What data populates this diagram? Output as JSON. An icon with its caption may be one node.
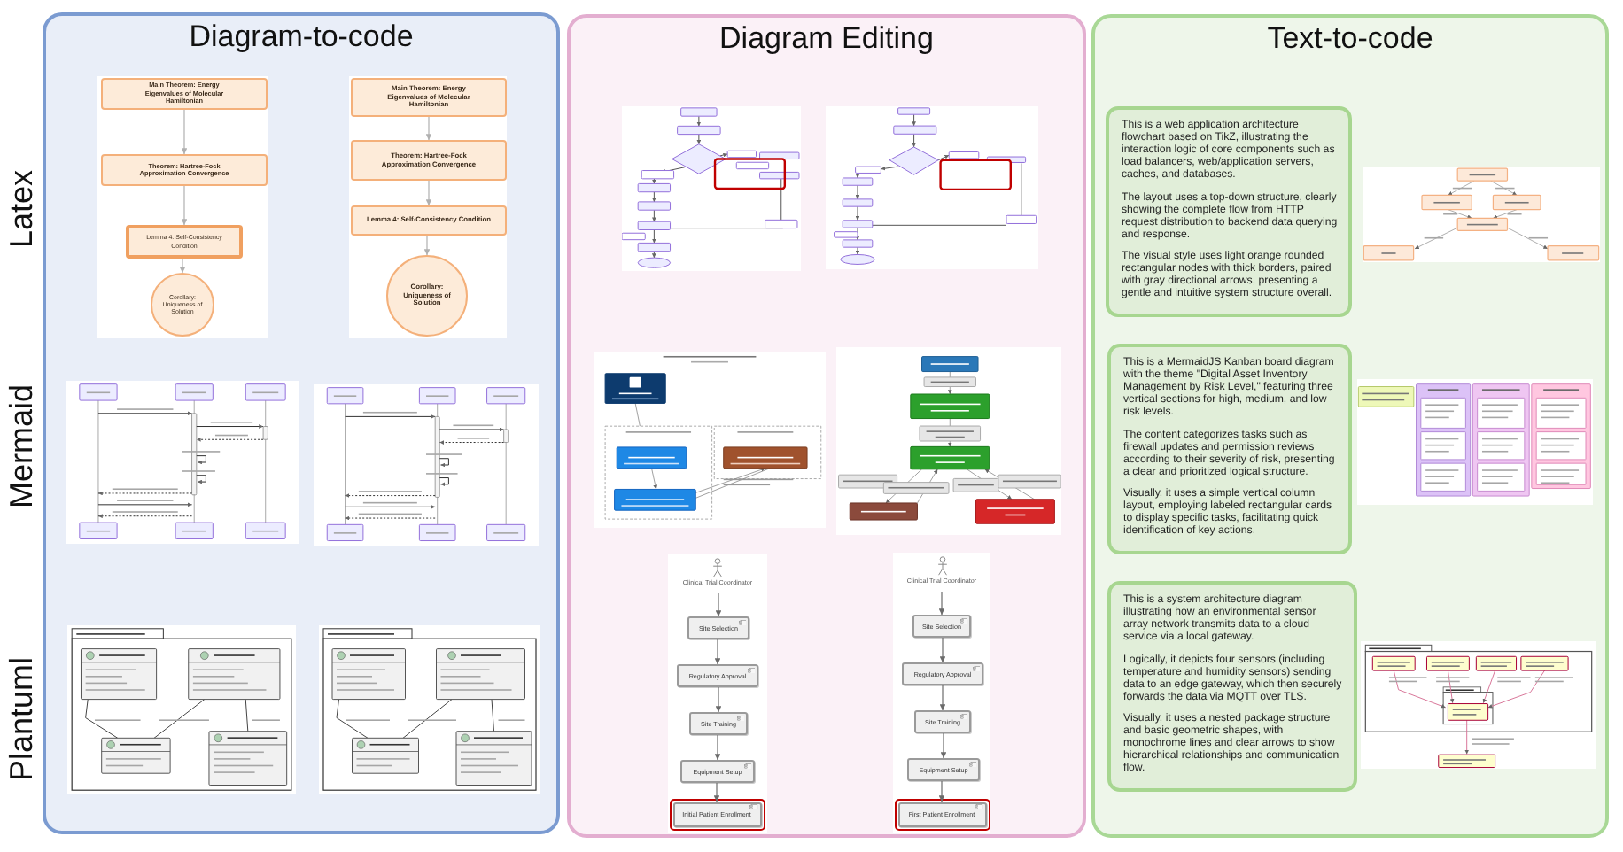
{
  "diagram": {
    "nodes": [
      {
        "text": [
          "Diagram-to-code"
        ]
      },
      {
        "text": [],
        "shape": "box",
        "in": 0
      },
      {
        "text": [
          "Main Theorem: Energy Eigenvalues of Molecular Hamiltonian"
        ],
        "in": 1
      },
      {
        "text": [
          "Theorem: Hartree-Fock Approximation Convergence"
        ],
        "in": 1
      },
      {
        "text": [
          "Lemma 4: Self-Consistency Condition"
        ],
        "in": 1
      },
      {
        "text": [
          "Corollary: Uniqueness of Solution"
        ],
        "in": 1
      },
      {
        "text": [],
        "shape": "box",
        "in": 0
      },
      {
        "text": [
          "Main Theorem: Energy Eigenvalues of Molecular Hamiltonian"
        ],
        "in": 6
      },
      {
        "text": [
          "Theorem: Hartree-Fock Approximation Convergence"
        ],
        "in": 6
      },
      {
        "text": [
          "Lemma 4: Self-Consistency Condition"
        ],
        "in": 6
      },
      {
        "text": [
          "Corollary: Uniqueness of Solution"
        ],
        "in": 6
      },
      {
        "text": [],
        "shape": "picture",
        "in": 0
      },
      {
        "text": [],
        "shape": "picture",
        "in": 0
      },
      {
        "text": [],
        "shape": "picture",
        "in": 0
      },
      {
        "text": [],
        "shape": "picture",
        "in": 0
      },
      {
        "text": [
          "Diagram Editing"
        ]
      },
      {
        "text": [],
        "shape": "picture",
        "in": 15
      },
      {
        "text": [],
        "shape": "picture",
        "in": 15
      },
      {
        "text": [],
        "shape": "picture",
        "in": 15
      },
      {
        "text": [],
        "shape": "picture",
        "in": 15
      },
      {
        "text": [],
        "shape": "box",
        "in": 15
      },
      {
        "text": [
          "Clinical Trial Coordinator"
        ],
        "in": 20
      },
      {
        "text": [
          "Site Selection"
        ],
        "in": 20
      },
      {
        "text": [
          "Regulatory Approval"
        ],
        "in": 20
      },
      {
        "text": [
          "Site Training"
        ],
        "in": 20
      },
      {
        "text": [
          "Equipment Setup"
        ],
        "in": 20
      },
      {
        "text": [],
        "shape": "box",
        "in": 20
      },
      {
        "text": [
          "Initial Patient Enrollment"
        ],
        "in": 26
      },
      {
        "text": [],
        "shape": "box",
        "in": 15
      },
      {
        "text": [
          "Clinical Trial Coordinator"
        ],
        "in": 28
      },
      {
        "text": [
          "Site Selection"
        ],
        "in": 28
      },
      {
        "text": [
          "Regulatory Approval"
        ],
        "in": 28
      },
      {
        "text": [
          "Site Training"
        ],
        "in": 28
      },
      {
        "text": [
          "Equipment Setup"
        ],
        "in": 28
      },
      {
        "text": [],
        "shape": "box",
        "in": 28
      },
      {
        "text": [
          "First Patient Enrollment"
        ],
        "in": 34
      },
      {
        "text": [
          "Text-to-code"
        ]
      },
      {
        "text": [
          "This is a web application architecture flowchart based on TikZ, illustrating the interaction logic of core components such as load balancers, web/application servers, caches, and databases.",
          "The layout uses a top-down structure, clearly showing the complete flow from HTTP request distribution to backend data querying and response.",
          "The visual style uses light orange rounded rectangular nodes with thick borders, paired with gray directional arrows, presenting a gentle and intuitive system structure overall."
        ],
        "in": 36
      },
      {
        "text": [],
        "shape": "picture",
        "in": 36
      },
      {
        "text": [
          "This is a MermaidJS Kanban board diagram with the theme \"Digital Asset Inventory Management by Risk Level,\" featuring three vertical sections for high, medium, and low risk levels.",
          "The content categorizes tasks such as firewall updates and permission reviews according to their severity of risk, presenting a clear and prioritized logical structure.",
          "Visually, it uses a simple vertical column layout, employing labeled rectangular cards to display specific tasks, facilitating quick identification of key actions."
        ],
        "in": 36
      },
      {
        "text": [],
        "shape": "picture",
        "in": 36
      },
      {
        "text": [
          "This is a system architecture diagram illustrating how an environmental sensor array network transmits data to a cloud service via a local gateway.",
          "Logically, it depicts four sensors (including temperature and humidity sensors) sending data to an edge gateway, which then securely forwards the data via MQTT over TLS.",
          "Visually, it uses a nested package structure and basic geometric shapes, with monochrome lines and clear arrows to show hierarchical relationships and communication flow."
        ],
        "in": 36
      },
      {
        "text": [],
        "shape": "picture",
        "in": 36
      }
    ],
    "edges": [
      {
        "from": 2,
        "to": 3,
        "arrow": "to",
        "color": "#b0b0b0"
      },
      {
        "from": 3,
        "to": 4,
        "arrow": "to",
        "color": "#b0b0b0"
      },
      {
        "from": 4,
        "to": 5,
        "arrow": "to",
        "color": "#b0b0b0"
      },
      {
        "from": 7,
        "to": 8,
        "arrow": "to",
        "color": "#b0b0b0"
      },
      {
        "from": 8,
        "to": 9,
        "arrow": "to",
        "color": "#b0b0b0"
      },
      {
        "from": 9,
        "to": 10,
        "arrow": "to",
        "color": "#b0b0b0"
      },
      {
        "from": 21,
        "to": 22,
        "arrow": "to"
      },
      {
        "from": 22,
        "to": 23,
        "arrow": "to"
      },
      {
        "from": 23,
        "to": 24,
        "arrow": "to"
      },
      {
        "from": 24,
        "to": 25,
        "arrow": "to"
      },
      {
        "from": 25,
        "to": 27,
        "arrow": "to"
      },
      {
        "from": 29,
        "to": 30,
        "arrow": "to"
      },
      {
        "from": 30,
        "to": 31,
        "arrow": "to"
      },
      {
        "from": 31,
        "to": 32,
        "arrow": "to"
      },
      {
        "from": 32,
        "to": 33,
        "arrow": "to"
      },
      {
        "from": 33,
        "to": 35,
        "arrow": "to"
      }
    ],
    "labels": [
      "Latex",
      "Mermaid",
      "Plantuml"
    ]
  }
}
